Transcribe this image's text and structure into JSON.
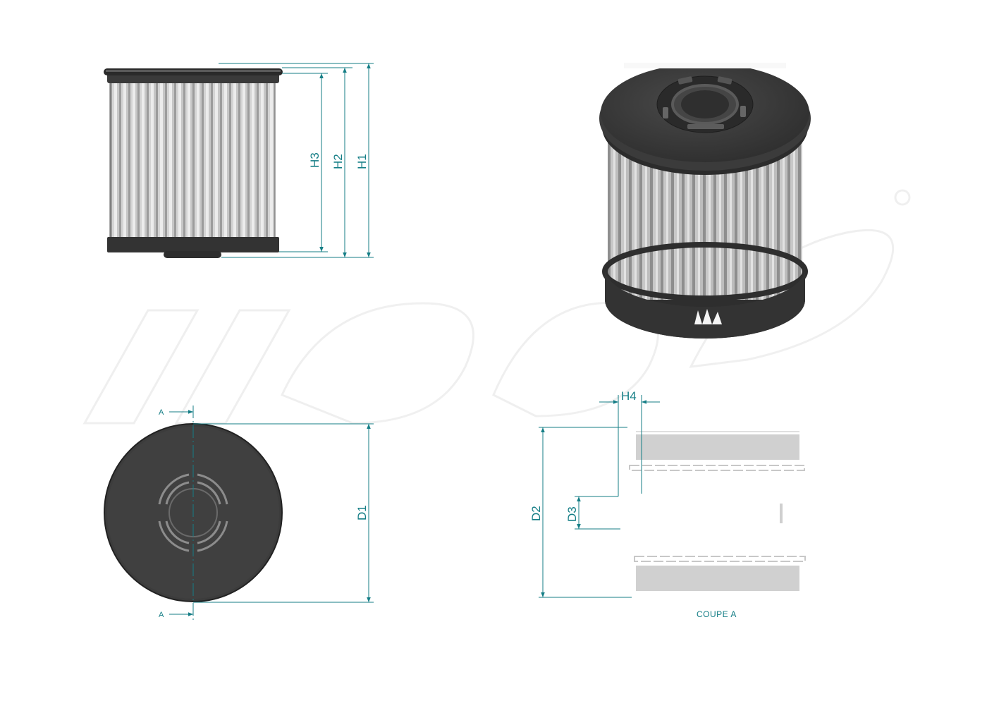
{
  "dimensions": {
    "h1": "H1",
    "h2": "H2",
    "h3": "H3",
    "h4": "H4",
    "d1": "D1",
    "d2": "D2",
    "d3": "D3"
  },
  "section": {
    "marker_top": "A",
    "marker_bottom": "A",
    "caption": "COUPE A"
  },
  "colors": {
    "dimension": "#157e86",
    "body_dark": "#3a3a3a",
    "pleat_light": "#e6e6e6",
    "pleat_dark": "#b8b8b8",
    "section_fill": "#d0d0d0"
  }
}
